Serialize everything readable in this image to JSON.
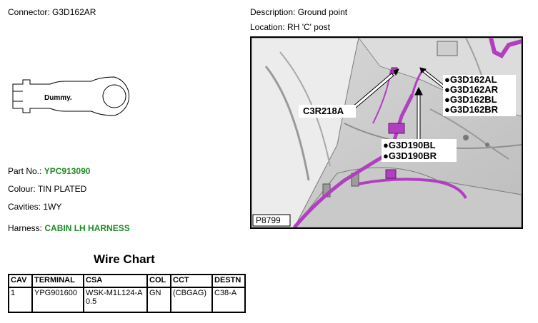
{
  "connector": {
    "label": "Connector:",
    "value": "G3D162AR"
  },
  "description": {
    "label": "Description:",
    "value": "Ground point"
  },
  "location": {
    "label": "Location:",
    "value": "RH 'C' post"
  },
  "connector_diagram": {
    "text": "Dummy."
  },
  "part_no": {
    "label": "Part No.:",
    "value": "YPC913090"
  },
  "colour": {
    "label": "Colour:",
    "value": "TIN PLATED"
  },
  "cavities": {
    "label": "Cavities:",
    "value": "1WY"
  },
  "harness": {
    "label": "Harness:",
    "value": "CABIN LH HARNESS"
  },
  "wire_chart": {
    "title": "Wire Chart",
    "headers": [
      "CAV",
      "TERMINAL",
      "CSA",
      "COL",
      "CCT",
      "DESTN"
    ],
    "rows": [
      {
        "cav": "1",
        "terminal": "YPG901600",
        "csa": "WSK-M1L124-A 0.5",
        "col": "GN",
        "cct": "(CBGAG)",
        "destn": "C38-A"
      }
    ]
  },
  "photo": {
    "code": "P8799",
    "callout_left": "C3R218A",
    "callout_right": [
      "●G3D162AL",
      "●G3D162AR",
      "●G3D162BL",
      "●G3D162BR"
    ],
    "callout_bottom": [
      "●G3D190BL",
      "●G3D190BR"
    ]
  },
  "colors": {
    "green_text": "#1c8c23",
    "harness_purple": "#b13fbf"
  }
}
